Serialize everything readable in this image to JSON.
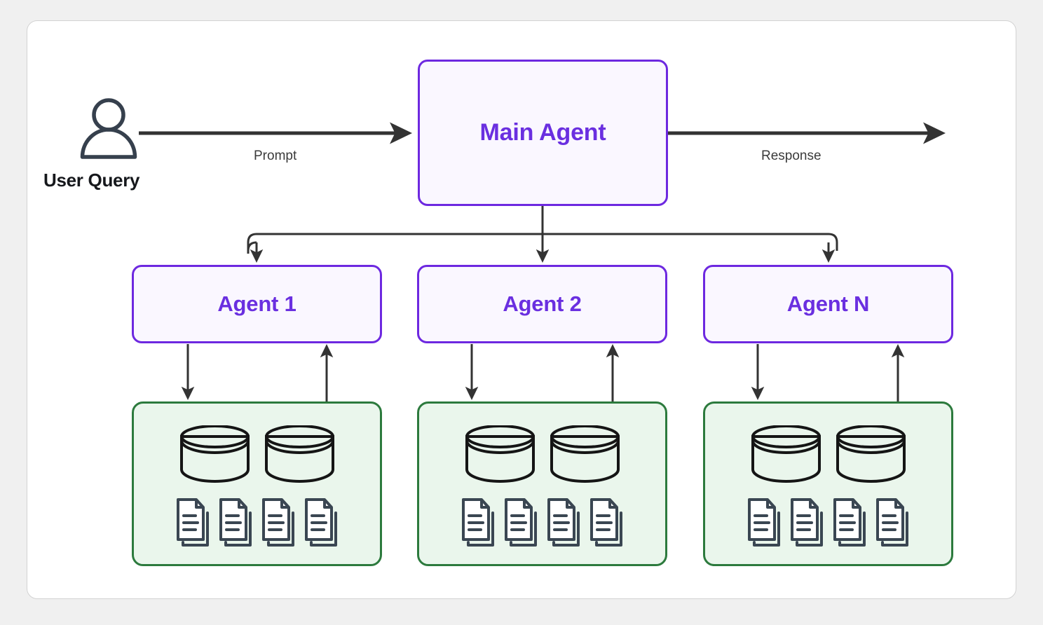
{
  "diagram": {
    "title": "Multi-Agent System with Knowledge Bases",
    "colors": {
      "page_background": "#f0f0f0",
      "card_background": "#ffffff",
      "card_border": "#d2d2d2",
      "agent_border": "#6d28e0",
      "agent_fill": "#faf7ff",
      "agent_text": "#6a2fe0",
      "kb_border": "#2c7a3d",
      "kb_fill": "#eaf6ec",
      "arrow": "#333333",
      "icon_slate": "#3a4652",
      "db_outline": "#151515",
      "label_text": "#16181c",
      "caption_text": "#3b3b3b"
    }
  },
  "user": {
    "icon": "user-person-icon",
    "label": "User Query"
  },
  "edges": {
    "prompt_label": "Prompt",
    "response_label": "Response"
  },
  "main_agent": {
    "label": "Main Agent"
  },
  "agents": [
    {
      "label": "Agent 1",
      "knowledge_base": {
        "databases": 2,
        "documents": 4,
        "database_icon": "database-cylinder-icon",
        "document_icon": "document-stack-icon"
      }
    },
    {
      "label": "Agent 2",
      "knowledge_base": {
        "databases": 2,
        "documents": 4,
        "database_icon": "database-cylinder-icon",
        "document_icon": "document-stack-icon"
      }
    },
    {
      "label": "Agent N",
      "knowledge_base": {
        "databases": 2,
        "documents": 4,
        "database_icon": "database-cylinder-icon",
        "document_icon": "document-stack-icon"
      }
    }
  ]
}
